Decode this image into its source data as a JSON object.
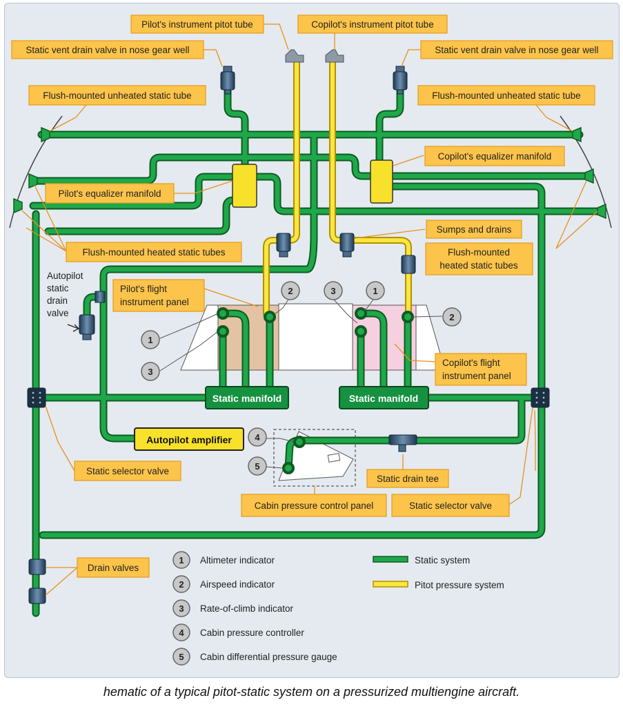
{
  "caption": "hematic of a typical pitot-static system on a pressurized multiengine aircraft.",
  "colors": {
    "static_system": "#1a9a3c",
    "pitot_system": "#f7e12a",
    "callout_box": "#fcc44a",
    "callout_border": "#e69a1c",
    "leader": "#e8901a",
    "pilot_panel": "#e4c3a4",
    "copilot_panel": "#f6cfe0"
  },
  "callouts": {
    "pilot_pitot": "Pilot's instrument pitot tube",
    "copilot_pitot": "Copilot's instrument pitot tube",
    "static_vent_left": "Static vent drain valve in nose gear well",
    "static_vent_right": "Static vent drain valve in nose gear well",
    "flush_unheated_left": "Flush-mounted unheated static tube",
    "flush_unheated_right": "Flush-mounted unheated static tube",
    "copilot_equalizer": "Copilot's equalizer manifold",
    "pilot_equalizer": "Pilot's equalizer manifold",
    "sumps_drains": "Sumps and drains",
    "flush_heated_left": "Flush-mounted heated static tubes",
    "flush_heated_right_1": "Flush-mounted",
    "flush_heated_right_2": "heated static tubes",
    "pilot_panel_1": "Pilot's flight",
    "pilot_panel_2": "instrument panel",
    "copilot_panel_1": "Copilot's flight",
    "copilot_panel_2": "instrument panel",
    "static_selector_left": "Static selector valve",
    "static_selector_right": "Static selector valve",
    "static_drain_tee": "Static drain tee",
    "cabin_panel": "Cabin pressure control panel",
    "drain_valves": "Drain valves"
  },
  "autopilot_drain": [
    "Autopilot",
    "static",
    "drain",
    "valve"
  ],
  "components": {
    "static_manifold_left": "Static manifold",
    "static_manifold_right": "Static manifold",
    "autopilot_amplifier": "Autopilot amplifier"
  },
  "instrument_numbers": {
    "pilot_1": "1",
    "pilot_2": "2",
    "pilot_3": "3",
    "copilot_1": "1",
    "copilot_2": "2",
    "copilot_3": "3",
    "cabin_4": "4",
    "cabin_5": "5"
  },
  "legend": {
    "instruments": [
      {
        "num": "1",
        "label": "Altimeter indicator"
      },
      {
        "num": "2",
        "label": "Airspeed indicator"
      },
      {
        "num": "3",
        "label": "Rate-of-climb indicator"
      },
      {
        "num": "4",
        "label": "Cabin pressure controller"
      },
      {
        "num": "5",
        "label": "Cabin differential pressure gauge"
      }
    ],
    "systems": [
      {
        "label": "Static system",
        "color": "#1a9a3c"
      },
      {
        "label": "Pitot pressure system",
        "color": "#f7e12a"
      }
    ]
  }
}
